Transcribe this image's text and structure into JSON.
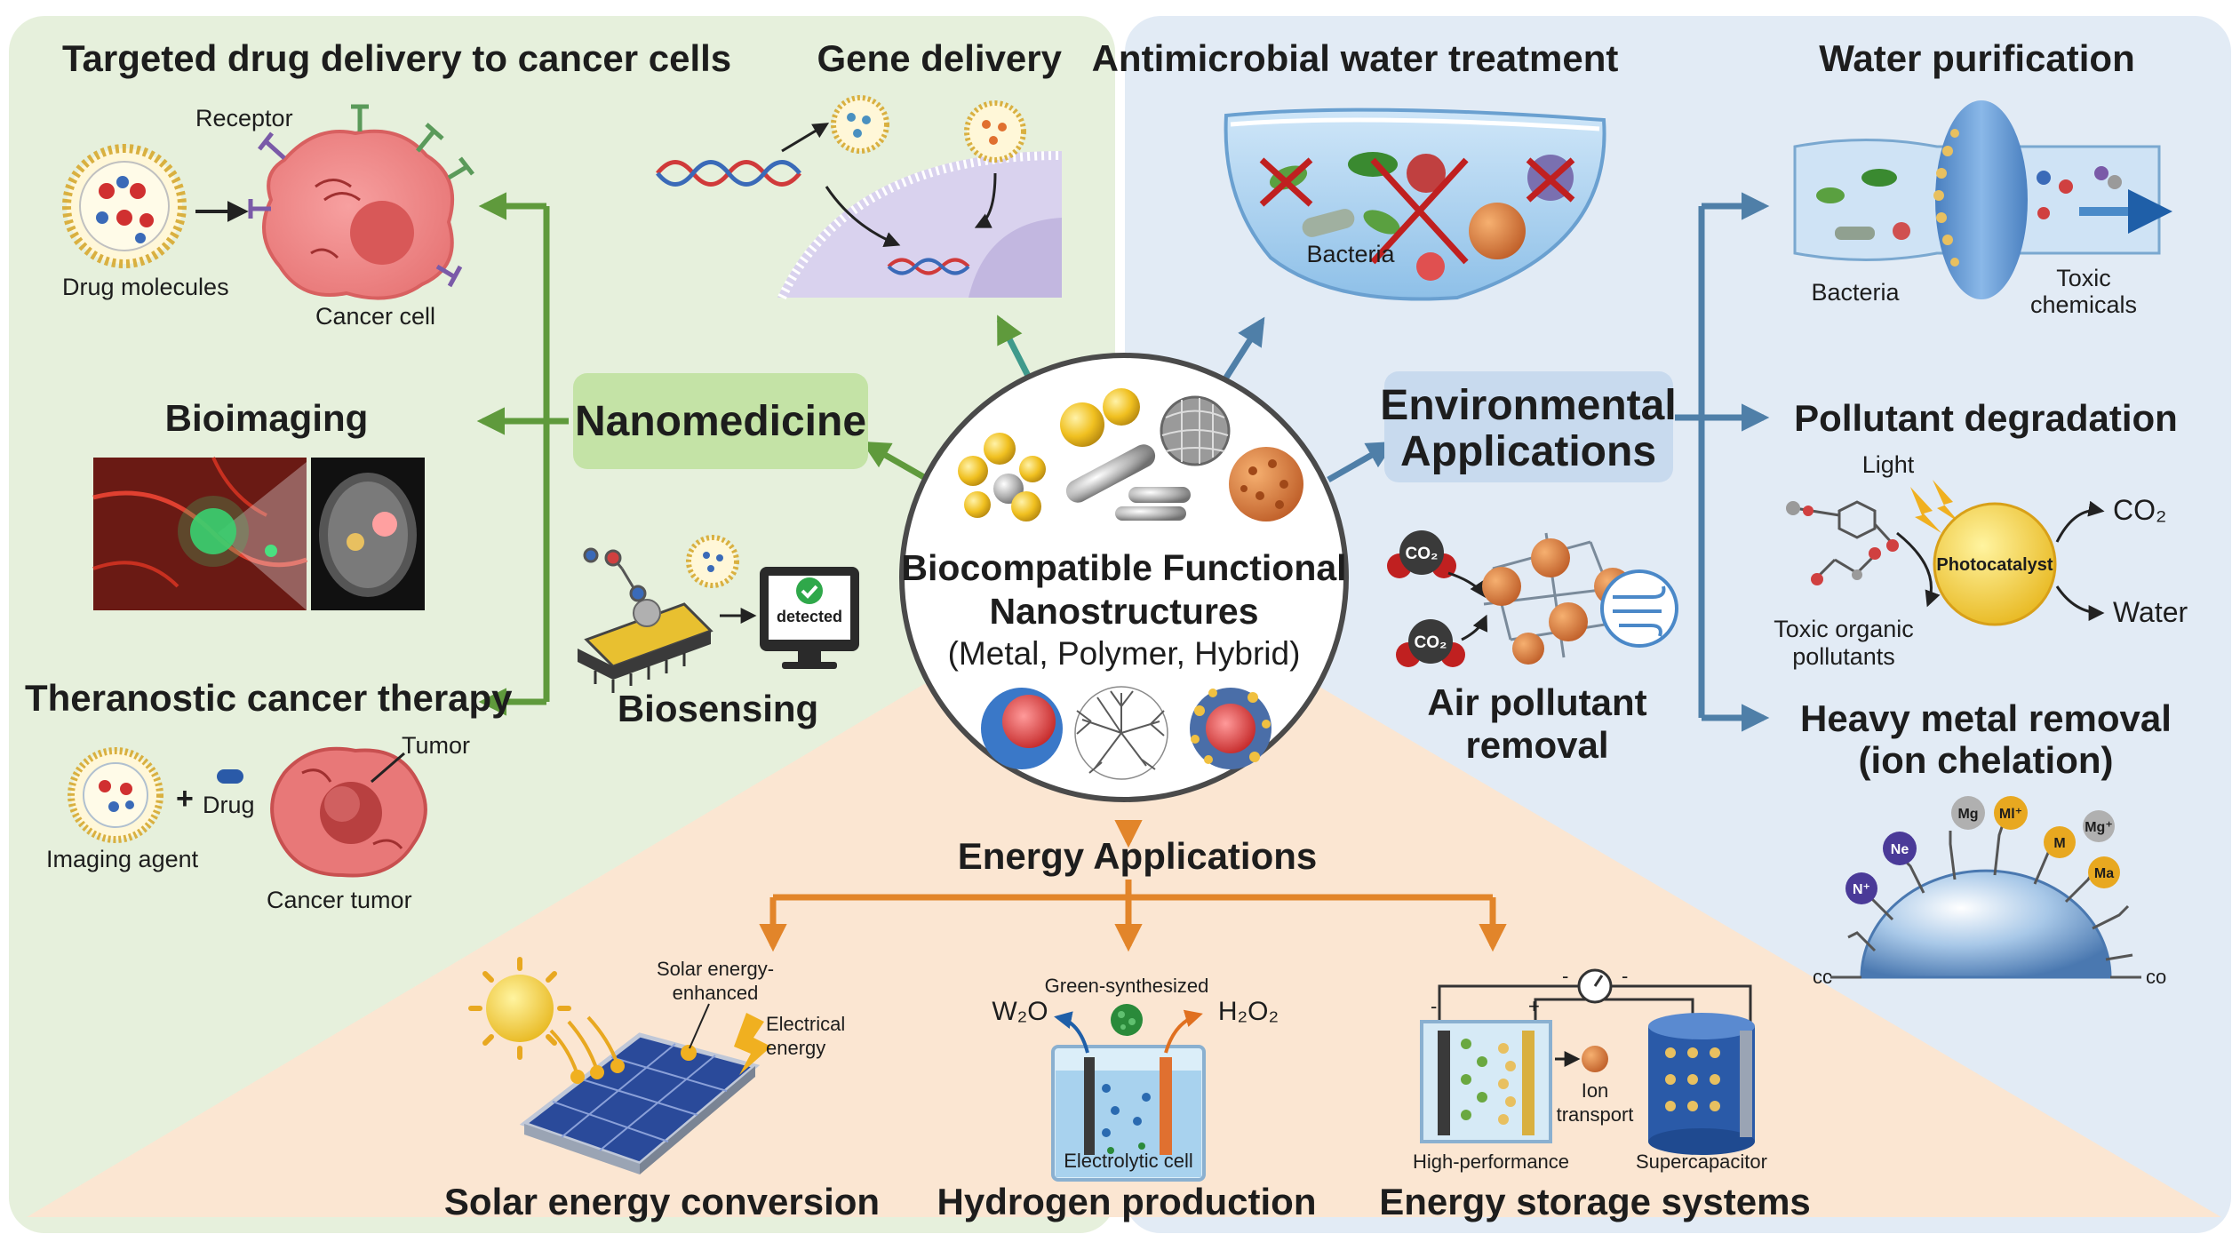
{
  "center": {
    "title_line1": "Biocompatible Functional",
    "title_line2": "Nanostructures",
    "subtitle": "(Metal, Polymer, Hybrid)"
  },
  "nanomedicine": {
    "hub": "Nanomedicine",
    "targeted": {
      "title": "Targeted drug delivery to cancer cells",
      "receptor": "Receptor",
      "drug_molecules": "Drug molecules",
      "cancer_cell": "Cancer cell"
    },
    "gene": {
      "title": "Gene delivery"
    },
    "bioimaging": {
      "title": "Bioimaging"
    },
    "theranostic": {
      "title": "Theranostic cancer therapy",
      "tumor": "Tumor",
      "plus": "+",
      "drug": "Drug",
      "imaging_agent": "Imaging agent",
      "cancer_tumor": "Cancer tumor"
    },
    "biosensing": {
      "title": "Biosensing",
      "detected": "detected"
    }
  },
  "environment": {
    "hub_line1": "Environmental",
    "hub_line2": "Applications",
    "antimicrobial": {
      "title": "Antimicrobial water treatment",
      "bacteria": "Bacteria"
    },
    "purification": {
      "title": "Water purification",
      "bacteria": "Bacteria",
      "toxic_line1": "Toxic",
      "toxic_line2": "chemicals"
    },
    "pollutant": {
      "title": "Pollutant degradation",
      "light": "Light",
      "photocatalyst": "Photocatalyst",
      "co2": "CO₂",
      "water": "Water",
      "toxic_line1": "Toxic organic",
      "toxic_line2": "pollutants"
    },
    "heavy_metal": {
      "title_line1": "Heavy metal removal",
      "title_line2": "(ion chelation)",
      "ions": [
        "N⁺",
        "Ne",
        "Mg",
        "Ml⁺",
        "M",
        "Mg⁺",
        "Ma"
      ],
      "cc_left": "cc",
      "cc_right": "co"
    },
    "air": {
      "title_line1": "Air pollutant",
      "title_line2": "removal",
      "co2": "CO₂"
    }
  },
  "energy": {
    "hub": "Energy Applications",
    "solar": {
      "title": "Solar energy conversion",
      "enhanced_line1": "Solar energy-",
      "enhanced_line2": "enhanced",
      "electrical_line1": "Electrical",
      "electrical_line2": "energy"
    },
    "hydrogen": {
      "title": "Hydrogen production",
      "green": "Green-synthesized",
      "w2o": "W₂O",
      "h2o2": "H₂O₂",
      "cell": "Electrolytic cell"
    },
    "storage": {
      "title": "Energy storage systems",
      "minus1": "-",
      "minus2": "-",
      "minus3": "-",
      "plus": "+",
      "ion_line1": "Ion",
      "ion_line2": "transport",
      "high_perf": "High-performance",
      "supercap": "Supercapacitor"
    }
  },
  "colors": {
    "green_panel": "#e6f0dc",
    "blue_panel": "#e2ebf5",
    "orange_panel": "#fbe6d2",
    "green_arrow": "#5f9a3c",
    "blue_arrow": "#4f7fa8",
    "orange_arrow": "#e2852a"
  }
}
